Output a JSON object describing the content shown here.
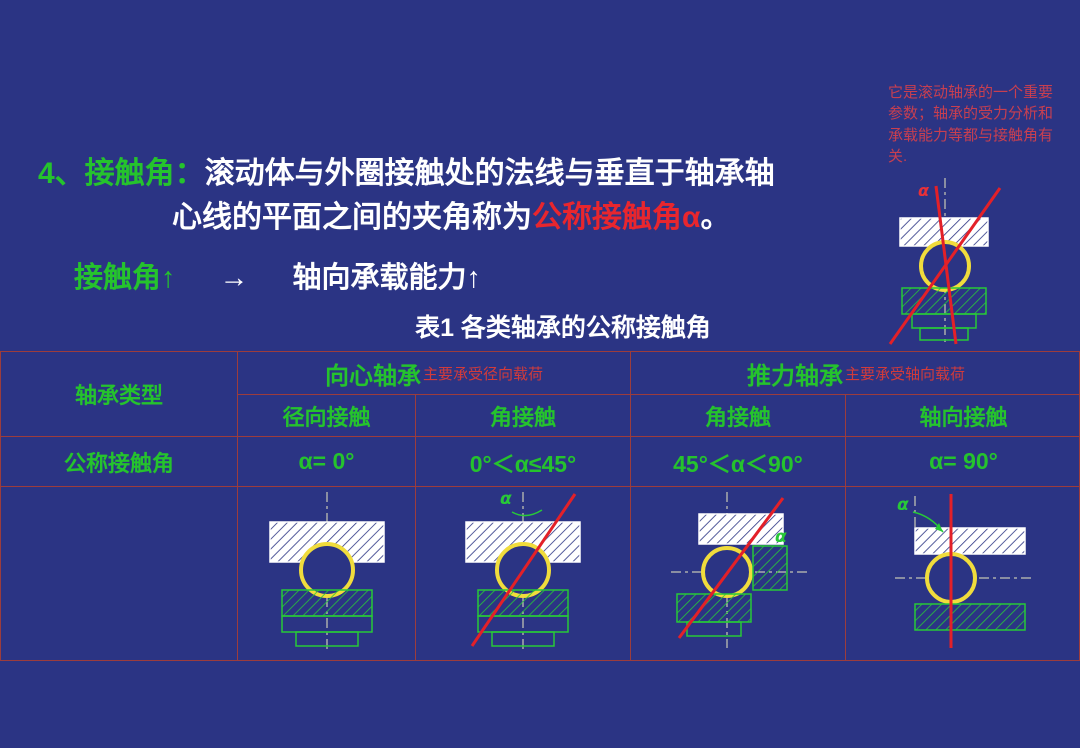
{
  "colors": {
    "background": "#2b3484",
    "accent_green": "#25c32d",
    "accent_red": "#e8262e",
    "table_border": "#9c3c3c",
    "ball_yellow": "#f0dc3c",
    "contact_line_red": "#e32028",
    "text_white": "#ffffff"
  },
  "header_note": {
    "text": "它是滚动轴承的一个重要参数；轴承的受力分析和承载能力等都与接触角有关.",
    "alpha": "α"
  },
  "title": {
    "label": "4、接触角：",
    "line1": "滚动体与外圈接触处的法线与垂直于轴承轴",
    "line2_pre": "心线的平面之间的夹角称为",
    "line2_highlight": "公称接触角α",
    "line2_end": "。"
  },
  "relation": {
    "left": "接触角↑",
    "arrow": "→",
    "right": "轴向承载能力↑"
  },
  "table_title": "表1  各类轴承的公称接触角",
  "table": {
    "row_label_type": "轴承类型",
    "row_label_angle": "公称接触角",
    "groups": [
      {
        "name": "向心轴承",
        "note": "主要承受径向载荷"
      },
      {
        "name": "推力轴承",
        "note": "主要承受轴向载荷"
      }
    ],
    "contact_types": [
      "径向接触",
      "角接触",
      "角接触",
      "轴向接触"
    ],
    "angles": [
      "α=  0°",
      "0°＜α≤45°",
      "45°＜α＜90°",
      "α=  90°"
    ],
    "alpha": "α"
  }
}
